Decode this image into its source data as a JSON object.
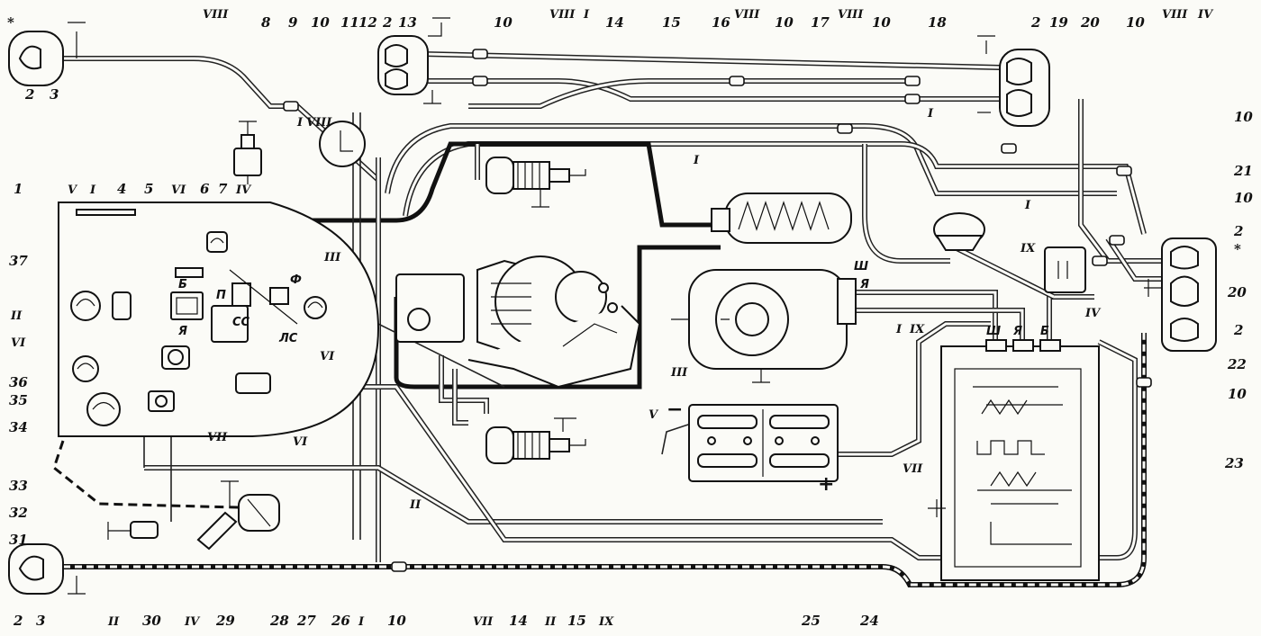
{
  "callouts": {
    "n1": "1",
    "n2": "2",
    "n3": "3",
    "n4": "4",
    "n5": "5",
    "n6": "6",
    "n7": "7",
    "n8": "8",
    "n9": "9",
    "n10": "10",
    "n11": "11",
    "n12": "12",
    "n13": "13",
    "n14": "14",
    "n15": "15",
    "n16": "16",
    "n17": "17",
    "n18": "18",
    "n19": "19",
    "n20": "20",
    "n21": "21",
    "n22": "22",
    "n23": "23",
    "n24": "24",
    "n25": "25",
    "n26": "26",
    "n27": "27",
    "n28": "28",
    "n29": "29",
    "n30": "30",
    "n31": "31",
    "n32": "32",
    "n33": "33",
    "n34": "34",
    "n35": "35",
    "n36": "36",
    "n37": "37",
    "star": "*"
  },
  "wires": {
    "I": "I",
    "II": "II",
    "III": "III",
    "IV": "IV",
    "V": "V",
    "VI": "VI",
    "VII": "VII",
    "VIII": "VIII",
    "IX": "IX"
  },
  "terminals": {
    "sh": "Ш",
    "ya": "Я",
    "b": "Б",
    "p": "П",
    "f": "Ф",
    "ss": "СС",
    "ls": "ЛС",
    "plus": "+",
    "minus": "−"
  }
}
